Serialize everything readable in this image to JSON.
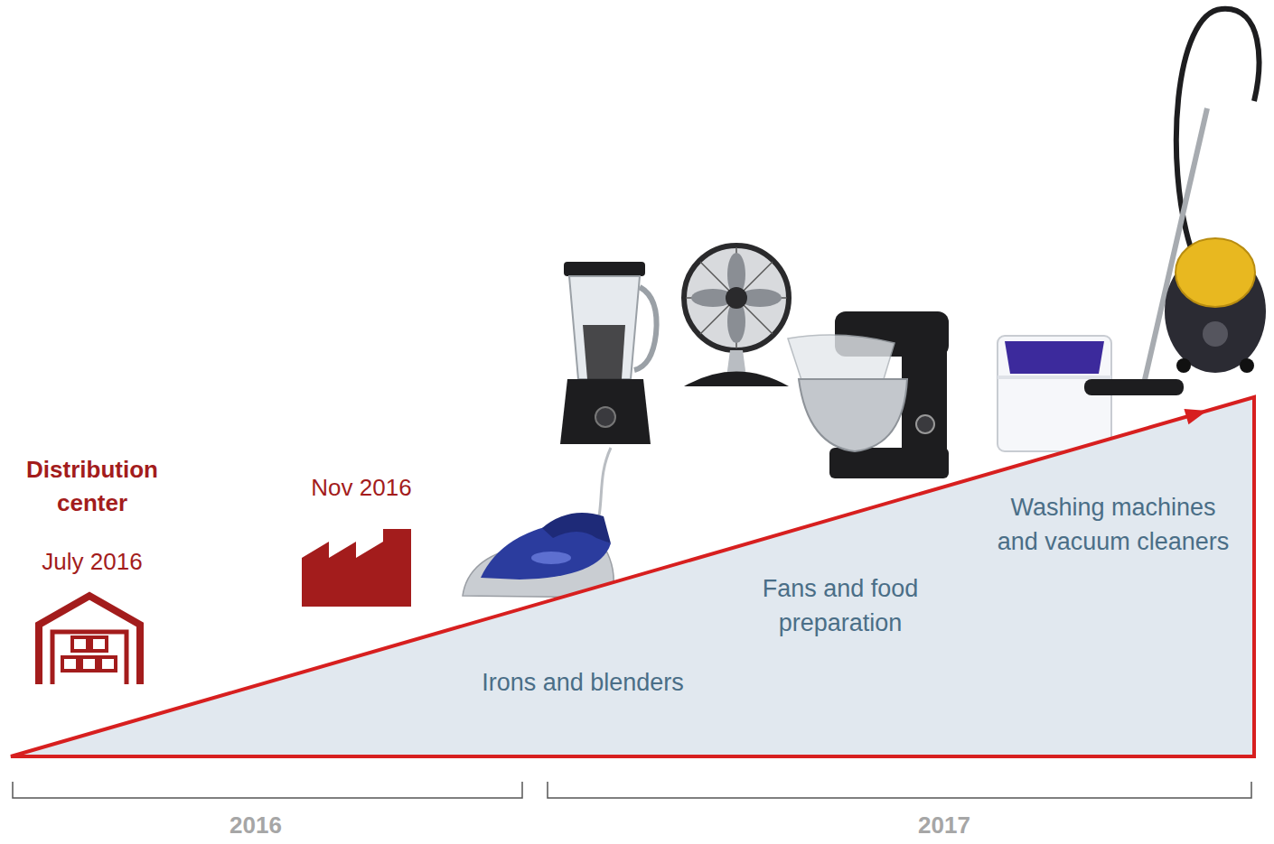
{
  "diagram": {
    "nodes": [
      {
        "text": [
          "Irons and blenders",
          "Fans and food preparation",
          "Washing machines and vacuum cleaners"
        ]
      }
    ],
    "labels": [
      "Distribution center",
      "July 2016",
      "Nov 2016",
      "2016",
      "2017"
    ]
  }
}
